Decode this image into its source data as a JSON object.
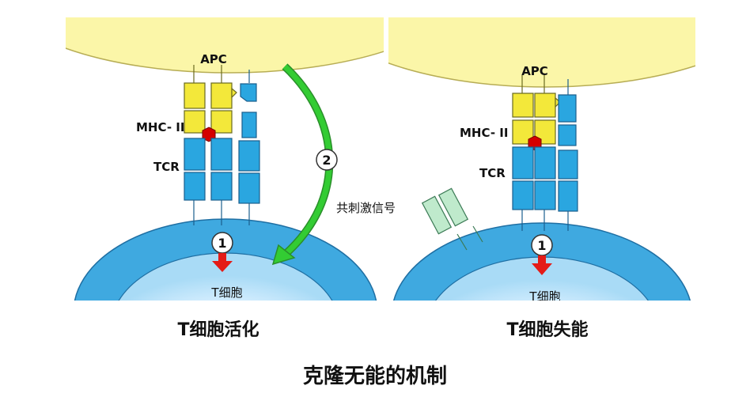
{
  "left_panel": {
    "apc_label": "APC",
    "mhc_label": "MHC- II",
    "tcr_label": "TCR",
    "tcell_label": "T细胞",
    "step1_label": "1",
    "step2_label": "2",
    "caption": "T细胞活化"
  },
  "right_panel": {
    "apc_label": "APC",
    "mhc_label": "MHC- II",
    "tcr_label": "TCR",
    "tcell_label": "T细胞",
    "step1_label": "1",
    "costim_label": "共刺激信号",
    "caption": "T细胞失能"
  },
  "title": "克隆无能的机制",
  "colors": {
    "apc_fill": "#fbf6a8",
    "tcell_outer": "#3fa9e0",
    "tcell_inner": "#e8f6ff",
    "receptor_blue": "#2aa6e0",
    "mhc_yellow": "#f3e83a",
    "peptide_red": "#d40000",
    "arrow_green": "#33cc33",
    "arrow_red": "#e41b17",
    "costim_green": "#bfeacc"
  }
}
